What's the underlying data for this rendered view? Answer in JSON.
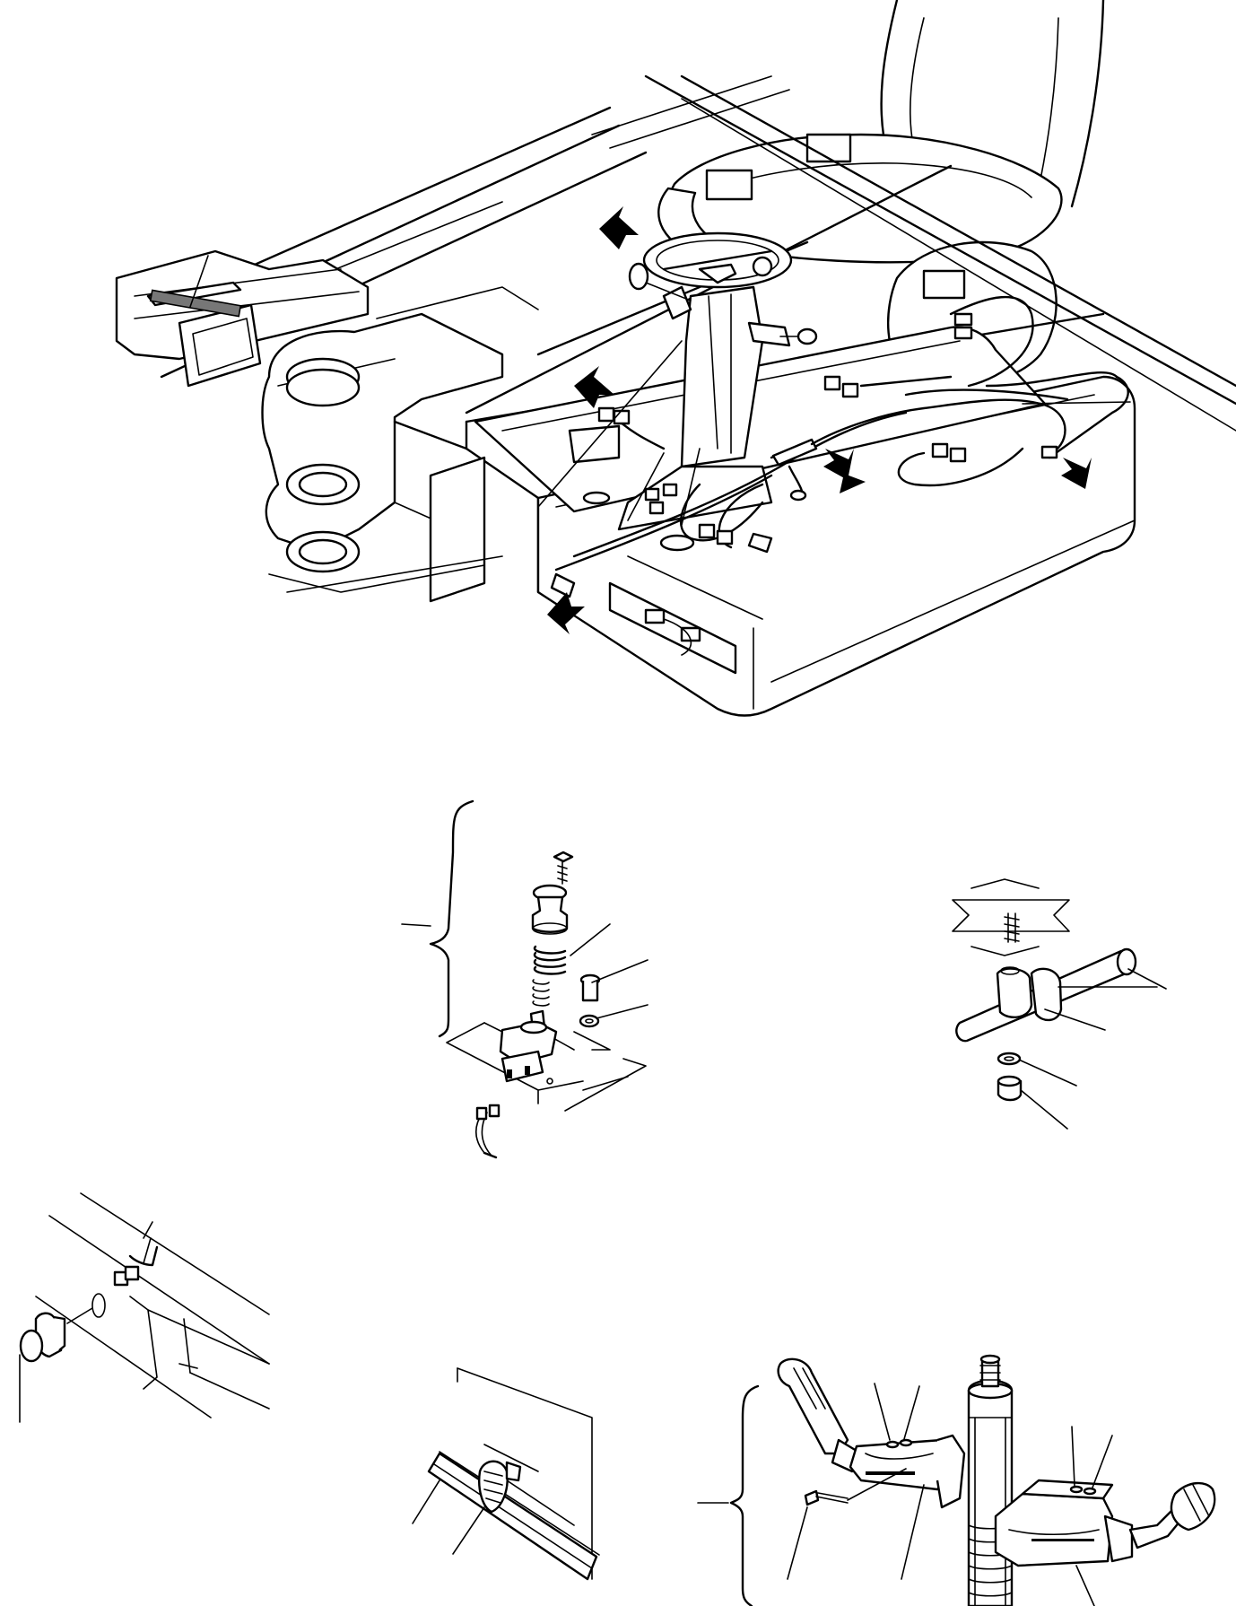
{
  "drawing": {
    "views": [
      {
        "id": "main-assembly",
        "callout_arrows": 6,
        "leader_lines": 2
      },
      {
        "id": "switch-detail",
        "leader_lines": 3
      },
      {
        "id": "clamp-detail",
        "leader_lines": 4
      },
      {
        "id": "connector-detail",
        "leader_lines": 1
      },
      {
        "id": "band-detail",
        "leader_lines": 2
      },
      {
        "id": "lever-detail",
        "leader_lines": 7
      }
    ],
    "colors": {
      "line": "#000000",
      "background": "#ffffff",
      "fill": "#777777"
    }
  }
}
